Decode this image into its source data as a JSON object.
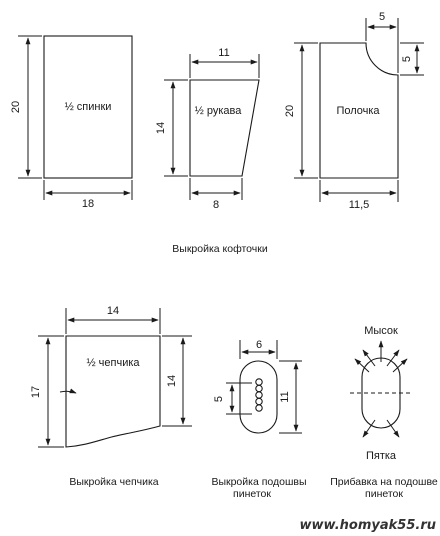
{
  "back": {
    "label": "½ спинки",
    "height": "20",
    "width": "18"
  },
  "sleeve": {
    "label": "½ рукава",
    "height": "14",
    "top": "11",
    "bottom": "8"
  },
  "front": {
    "label": "Полочка",
    "height": "20",
    "width": "11,5",
    "neck_w": "5",
    "neck_h": "5"
  },
  "caption_jacket": "Выкройка кофточки",
  "cap": {
    "label": "½ чепчика",
    "width": "14",
    "height_left": "17",
    "height_right": "14",
    "caption": "Выкройка чепчика"
  },
  "sole": {
    "width": "6",
    "height": "11",
    "inner": "5",
    "caption_line1": "Выкройка подошвы",
    "caption_line2": "пинеток"
  },
  "increase": {
    "top": "Мысок",
    "bottom": "Пятка",
    "caption_line1": "Прибавка на подошве",
    "caption_line2": "пинеток"
  },
  "watermark": "www.homyak55.ru"
}
